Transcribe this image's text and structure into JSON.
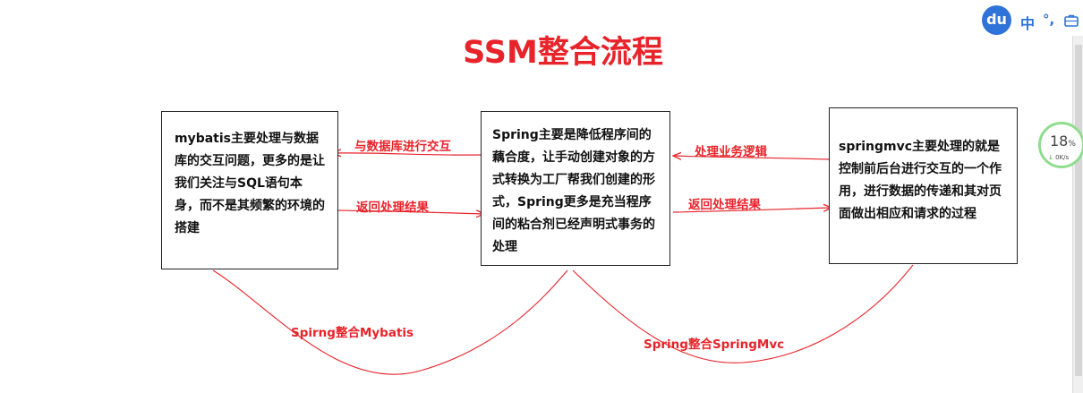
{
  "title": "SSM整合流程",
  "boxes": {
    "mybatis": "mybatis主要处理与数据库的交互问题，更多的是让我们关注与SQL语句本身，而不是其频繁的环境的搭建",
    "spring": "Spring主要是降低程序间的藕合度，让手动创建对象的方式转换为工厂帮我们创建的形式，Spring更多是充当程序间的粘合剂已经声明式事务的处理",
    "springmvc": "springmvc主要处理的就是控制前后台进行交互的一个作用，进行数据的传递和其对页面做出相应和请求的过程"
  },
  "arrows": {
    "spring_to_mybatis": "与数据库进行交互",
    "mybatis_to_spring": "返回处理结果",
    "springmvc_to_spring": "处理业务逻辑",
    "spring_to_springmvc": "返回处理结果"
  },
  "curves": {
    "left": "Spirng整合Mybatis",
    "right": "Spring整合SpringMvc"
  },
  "widgets": {
    "baidu_logo": "du",
    "ime_mode": "中",
    "ime_punct": "°,",
    "toolbox_icon": "toolbox-icon",
    "net_percent": "18",
    "net_percent_unit": "%",
    "net_speed": "0K/s"
  },
  "colors": {
    "accent": "#e8232a",
    "baidu_blue": "#2f73d9",
    "net_ring": "#8fdc8f"
  }
}
